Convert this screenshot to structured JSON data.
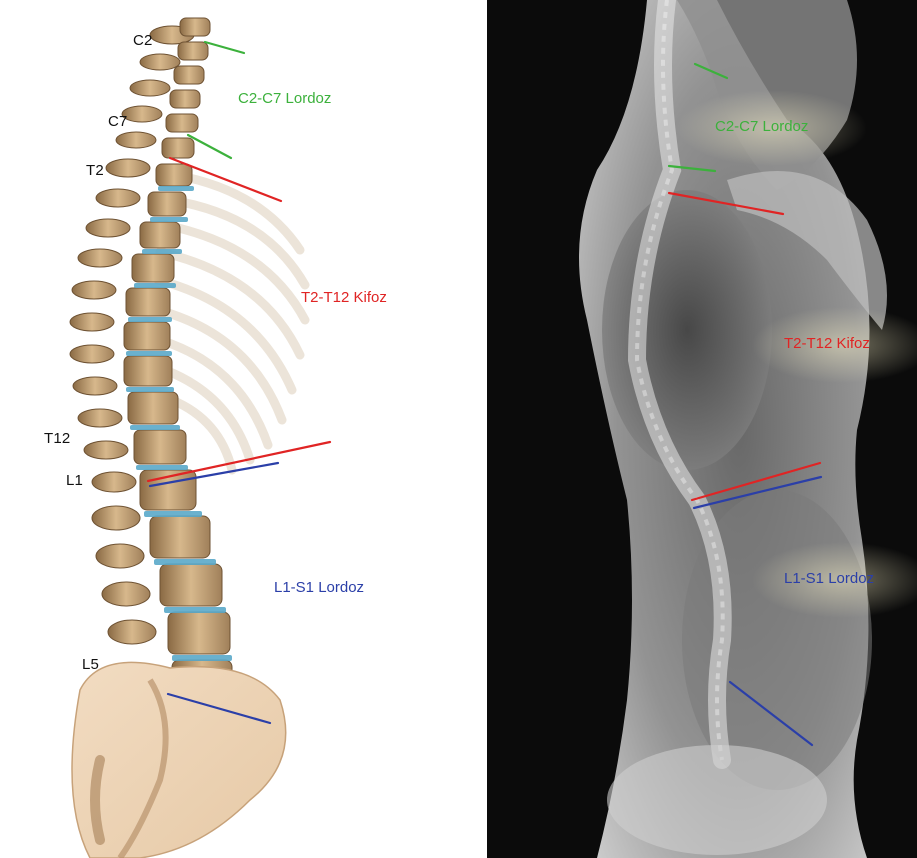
{
  "left": {
    "vertebra_labels": {
      "c2": "C2",
      "c7": "C7",
      "t2": "T2",
      "t12": "T12",
      "l1": "L1",
      "l5": "L5"
    },
    "regions": {
      "cervical": "C2-C7 Lordoz",
      "thoracic": "T2-T12 Kifoz",
      "lumbar": "L1-S1 Lordoz"
    }
  },
  "right": {
    "regions": {
      "cervical": "C2-C7 Lordoz",
      "thoracic": "T2-T12 Kifoz",
      "lumbar": "L1-S1 Lordoz"
    }
  },
  "colors": {
    "cervical": "#3cb13c",
    "thoracic": "#e02424",
    "lumbar": "#2b3fa8",
    "bone": "#c9a77c",
    "disc": "#5aa9c9"
  }
}
